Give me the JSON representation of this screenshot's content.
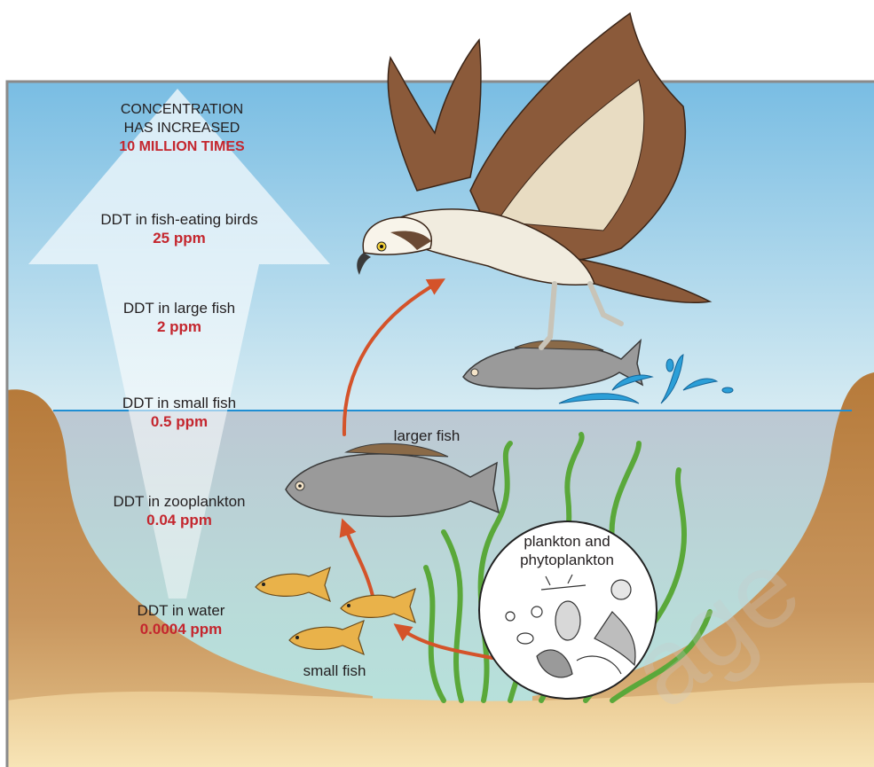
{
  "headline": {
    "line1": "CONCENTRATION",
    "line2": "HAS INCREASED",
    "accent": "10 MILLION TIMES"
  },
  "levels": [
    {
      "label": "DDT in fish-eating birds",
      "value": "25 ppm"
    },
    {
      "label": "DDT in large fish",
      "value": "2 ppm"
    },
    {
      "label": "DDT in small fish",
      "value": "0.5 ppm"
    },
    {
      "label": "DDT in zooplankton",
      "value": "0.04 ppm"
    },
    {
      "label": "DDT in water",
      "value": "0.0004 ppm"
    }
  ],
  "organisms": {
    "larger_fish": "larger fish",
    "small_fish": "small fish",
    "plankton_line1": "plankton and",
    "plankton_line2": "phytoplankton"
  },
  "watermark": "age",
  "colors": {
    "accent_red": "#c4262e",
    "arrow_orange": "#d4532a",
    "sky_top": "#79bde3",
    "water_bottom": "#b7e3dd",
    "bank": "#b27a42",
    "sand": "#f3d9a2",
    "water_line": "#1f8ed3"
  }
}
